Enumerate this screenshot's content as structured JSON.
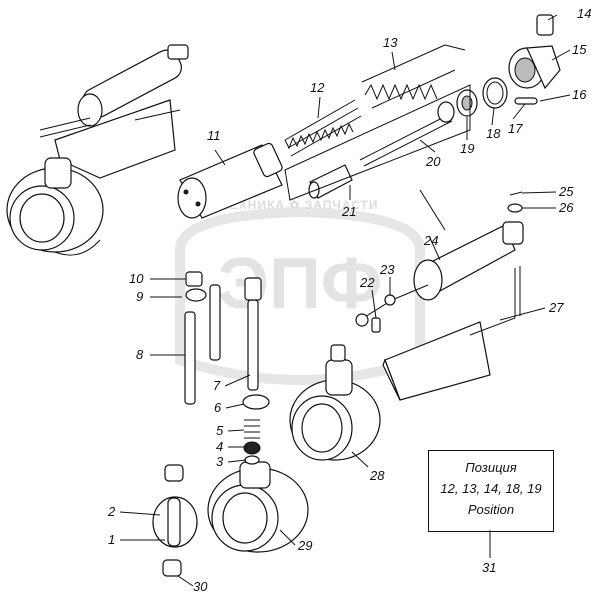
{
  "watermark": {
    "letters": "ЭПФ",
    "caption": "ТЕХНИКА ✿ ЗАПЧАСТИ"
  },
  "note": {
    "line1": "Позиция",
    "line2": "12, 13, 14, 18, 19",
    "line3": "Position",
    "ref": "31"
  },
  "callouts": [
    "1",
    "2",
    "3",
    "4",
    "5",
    "6",
    "7",
    "8",
    "9",
    "10",
    "11",
    "12",
    "13",
    "14",
    "15",
    "16",
    "17",
    "18",
    "19",
    "20",
    "21",
    "22",
    "23",
    "24",
    "25",
    "26",
    "27",
    "28",
    "29",
    "30"
  ]
}
